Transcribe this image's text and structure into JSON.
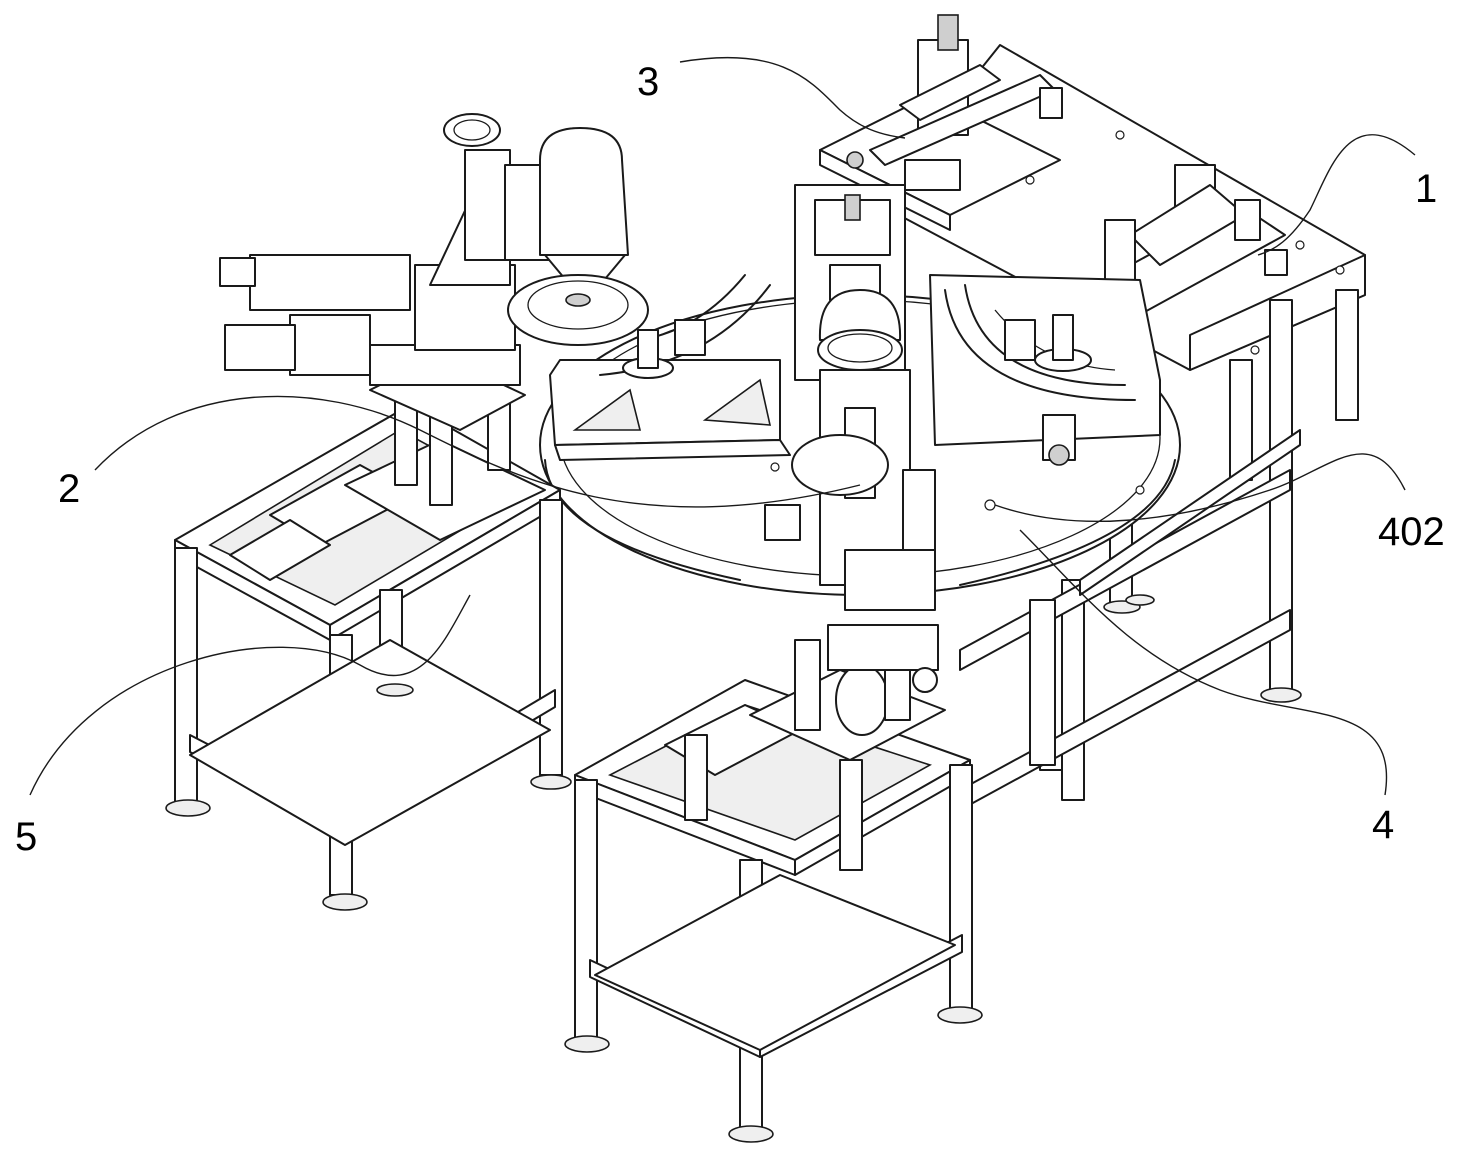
{
  "callouts": [
    {
      "id": "1",
      "text": "1"
    },
    {
      "id": "2",
      "text": "2"
    },
    {
      "id": "3",
      "text": "3"
    },
    {
      "id": "4",
      "text": "4"
    },
    {
      "id": "5",
      "text": "5"
    },
    {
      "id": "402",
      "text": "402"
    }
  ],
  "colors": {
    "line": "#1a1a1a",
    "background": "#ffffff"
  }
}
